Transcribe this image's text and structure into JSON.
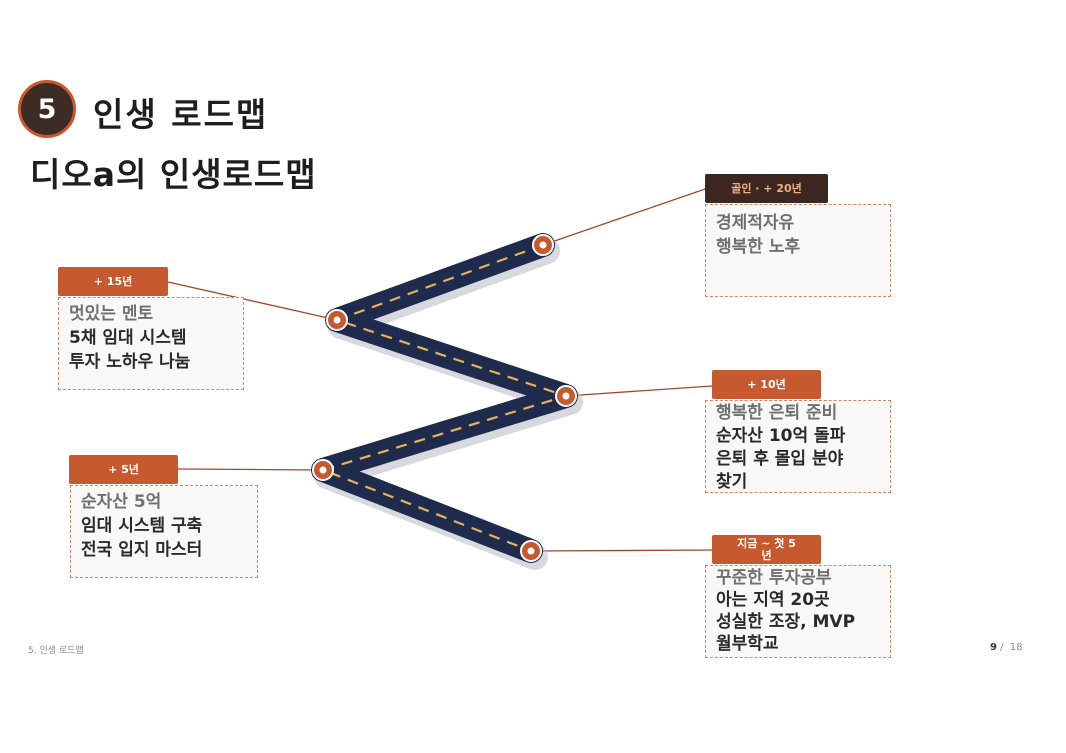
{
  "header": {
    "section_number": "5",
    "section_title": "인생 로드맵",
    "page_heading": "디오a의 인생로드맵"
  },
  "milestones": {
    "goal": {
      "tag": "골인 · + 20년",
      "lines": [
        "경제적자유",
        "행복한 노후"
      ]
    },
    "y15": {
      "tag": "+ 15년",
      "lines": [
        "멋있는 멘토",
        "5채 임대 시스템",
        "투자 노하우 나눔"
      ]
    },
    "y10": {
      "tag": "+ 10년",
      "lines": [
        "행복한 은퇴 준비",
        "순자산 10억 돌파",
        "은퇴 후 몰입 분야",
        "찾기"
      ]
    },
    "y5": {
      "tag": "+ 5년",
      "lines": [
        "순자산 5억",
        "임대 시스템 구축",
        "전국 입지 마스터"
      ]
    },
    "now": {
      "tag_line1": "지금 ~ 첫 5",
      "tag_line2": "년",
      "lines": [
        "꾸준한 투자공부",
        "아는 지역 20곳",
        "성실한 조장, MVP",
        "월부학교"
      ]
    }
  },
  "footer": {
    "section_label": "5. 인생 로드맵",
    "current_page": "9",
    "separator": "/",
    "total_pages": "18"
  },
  "colors": {
    "accent": "#c65a2e",
    "road": "#1f2b4d",
    "road_dash": "#e8b25a",
    "dark_tag": "#3d2620"
  }
}
